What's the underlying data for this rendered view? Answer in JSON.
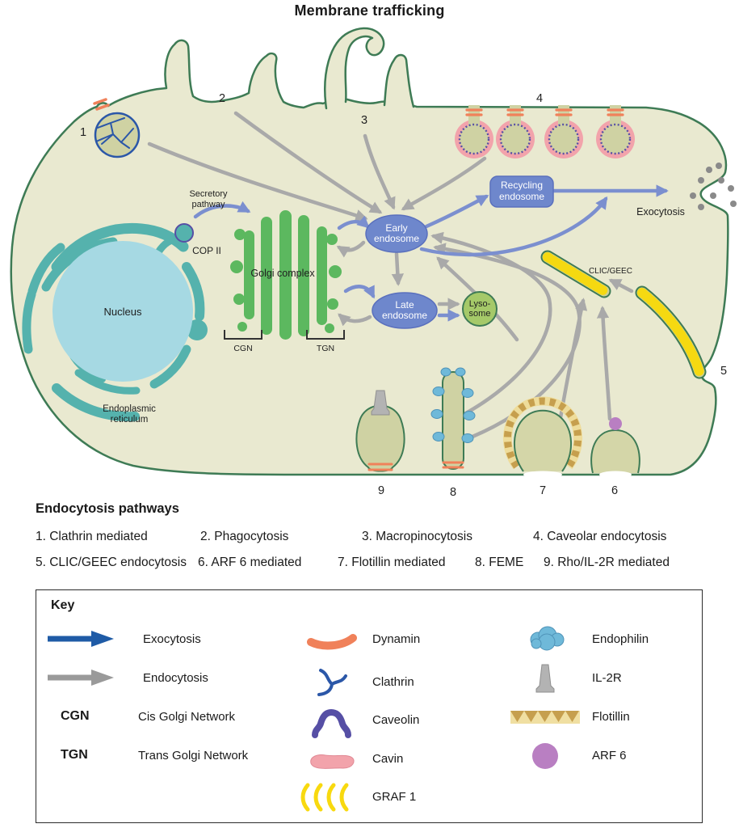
{
  "title": "Membrane trafficking",
  "cell": {
    "nucleus": "Nucleus",
    "er_line1": "Endoplasmic",
    "er_line2": "reticulum",
    "copii": "COP II",
    "secretory_line1": "Secretory",
    "secretory_line2": "pathway",
    "golgi": "Golgi complex",
    "cgn": "CGN",
    "tgn": "TGN",
    "early_line1": "Early",
    "early_line2": "endosome",
    "late_line1": "Late",
    "late_line2": "endosome",
    "lyso_line1": "Lyso-",
    "lyso_line2": "some",
    "recycling_line1": "Recycling",
    "recycling_line2": "endosome",
    "exocytosis": "Exocytosis",
    "clic_geec": "CLIC/GEEC",
    "sites": {
      "n1": "1",
      "n2": "2",
      "n3": "3",
      "n4": "4",
      "n5": "5",
      "n6": "6",
      "n7": "7",
      "n8": "8",
      "n9": "9"
    }
  },
  "pathways": {
    "heading": "Endocytosis pathways",
    "row1": [
      "1. Clathrin mediated",
      "2. Phagocytosis",
      "3. Macropinocytosis",
      "4. Caveolar endocytosis"
    ],
    "row2": [
      "5. CLIC/GEEC endocytosis",
      "6. ARF 6 mediated",
      "7. Flotillin mediated",
      "8. FEME",
      "9. Rho/IL-2R mediated"
    ]
  },
  "key": {
    "heading": "Key",
    "arrows": [
      {
        "name": "exocytosis-arrow",
        "label": "Exocytosis"
      },
      {
        "name": "endocytosis-arrow",
        "label": "Endocytosis"
      }
    ],
    "abbreviations": [
      {
        "abbr": "CGN",
        "label": "Cis Golgi Network"
      },
      {
        "abbr": "TGN",
        "label": "Trans Golgi Network"
      }
    ],
    "molecules_col1": [
      {
        "name": "dynamin",
        "label": "Dynamin"
      },
      {
        "name": "clathrin",
        "label": "Clathrin"
      },
      {
        "name": "caveolin",
        "label": "Caveolin"
      },
      {
        "name": "cavin",
        "label": "Cavin"
      },
      {
        "name": "graf1",
        "label": "GRAF 1"
      }
    ],
    "molecules_col2": [
      {
        "name": "endophilin",
        "label": "Endophilin"
      },
      {
        "name": "il2r",
        "label": "IL-2R"
      },
      {
        "name": "flotillin",
        "label": "Flotillin"
      },
      {
        "name": "arf6",
        "label": "ARF 6"
      }
    ]
  },
  "colors": {
    "cell_fill": "#e9e9d0",
    "membrane": "#3e7b55",
    "organelle_fill": "#cfd2a3",
    "er": "#55b2ad",
    "nucleus": "#a6d9e3",
    "golgi": "#5cb85f",
    "endosome": "#6e87cc",
    "lysosome": "#a5c969",
    "arrow_gray": "#a9a9a9",
    "arrow_blue": "#7b8fcf",
    "key_arrow_blue": "#1f5ba6",
    "key_arrow_gray": "#9a9a9a",
    "dynamin": "#f0815a",
    "clathrin": "#2b57a8",
    "caveolin": "#564fa5",
    "cavin": "#f2a3ab",
    "graf1": "#f8d90f",
    "endophilin": "#6fb9d9",
    "il2r": "#b3b3b3",
    "flotillin": "#c69f4e",
    "arf6": "#b97fc2"
  }
}
